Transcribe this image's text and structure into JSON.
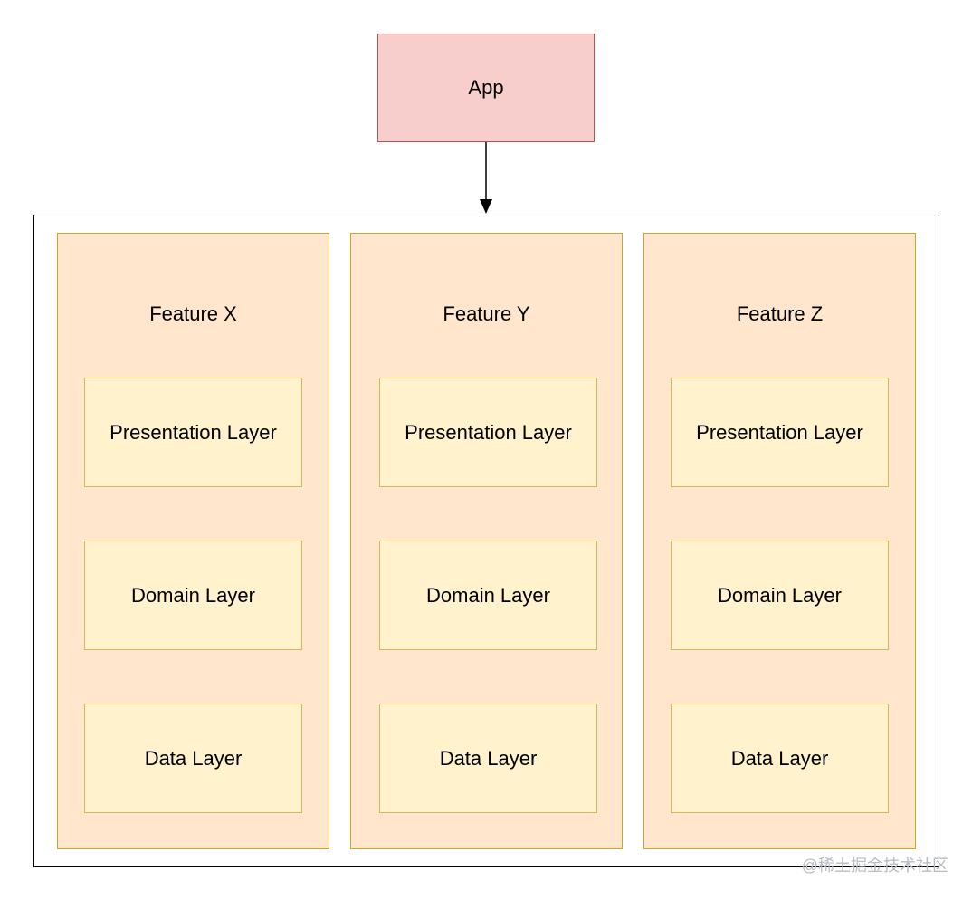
{
  "colors": {
    "app_fill": "#f8cecc",
    "app_border": "#b85450",
    "feature_fill": "#ffe6cc",
    "feature_border": "#d6a02a",
    "layer_fill": "#fff2cc",
    "layer_border": "#d6b656"
  },
  "app": {
    "label": "App"
  },
  "features": [
    {
      "title": "Feature X",
      "layers": [
        "Presentation Layer",
        "Domain Layer",
        "Data Layer"
      ]
    },
    {
      "title": "Feature Y",
      "layers": [
        "Presentation Layer",
        "Domain Layer",
        "Data Layer"
      ]
    },
    {
      "title": "Feature Z",
      "layers": [
        "Presentation Layer",
        "Domain Layer",
        "Data Layer"
      ]
    }
  ],
  "watermark": {
    "text": "@稀土掘金技术社区"
  }
}
